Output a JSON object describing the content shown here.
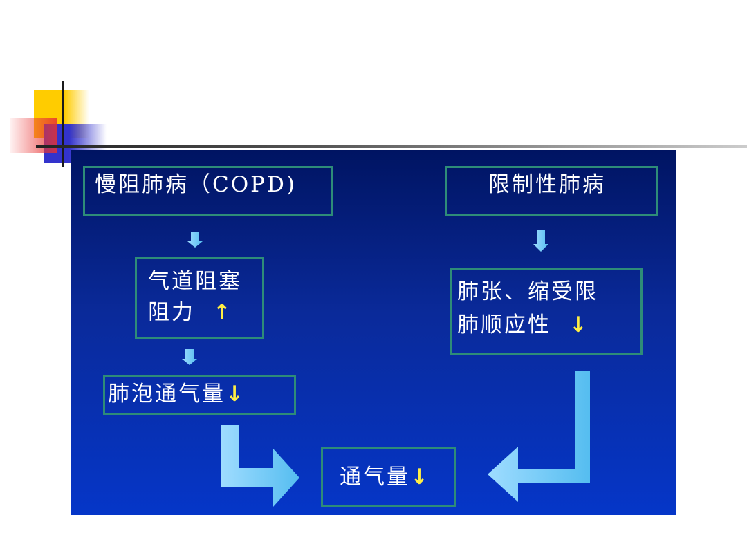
{
  "slide": {
    "left_column": {
      "box1": "慢阻肺病（COPD)",
      "box2_line1": "气道阻塞",
      "box2_line2": "阻力",
      "box3": "肺泡通气量"
    },
    "right_column": {
      "box1": "限制性肺病",
      "box2_line1": "肺张、缩受限",
      "box2_line2": "肺顺应性"
    },
    "result_box": "通气量",
    "arrow_up": "↑",
    "arrow_down": "↓"
  },
  "colors": {
    "panel_top": "#001462",
    "panel_bottom": "#0536c8",
    "box_border": "#2e8c78",
    "arrow": "#66c8f5",
    "indicator": "#ffee44"
  }
}
